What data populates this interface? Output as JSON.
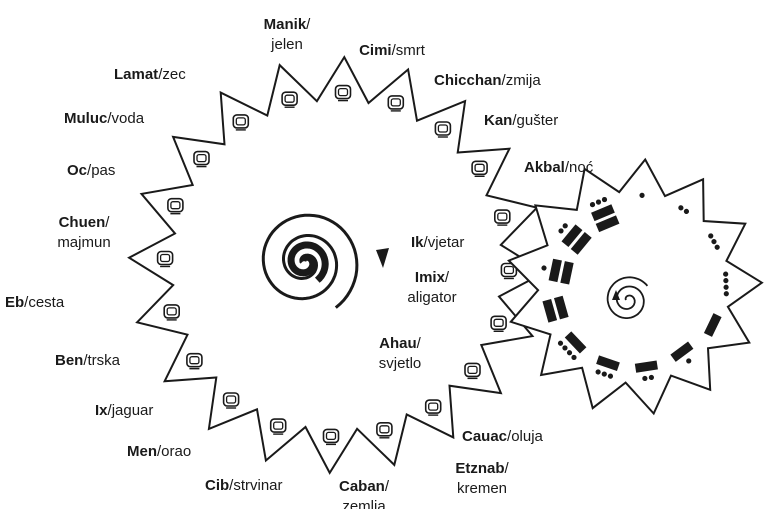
{
  "days": [
    {
      "name": "Manik",
      "sep": "/",
      "meaning": "jelen"
    },
    {
      "name": "Cimi",
      "sep": "/",
      "meaning": "smrt"
    },
    {
      "name": "Chicchan",
      "sep": "/",
      "meaning": "zmija"
    },
    {
      "name": "Kan",
      "sep": "/",
      "meaning": "gušter"
    },
    {
      "name": "Akbal",
      "sep": "/",
      "meaning": "noć"
    },
    {
      "name": "Ik",
      "sep": "/",
      "meaning": "vjetar"
    },
    {
      "name": "Imix",
      "sep": "/",
      "meaning": "aligator"
    },
    {
      "name": "Ahau",
      "sep": "/",
      "meaning": "svjetlo"
    },
    {
      "name": "Cauac",
      "sep": "/",
      "meaning": "oluja"
    },
    {
      "name": "Etznab",
      "sep": "/",
      "meaning": "kremen"
    },
    {
      "name": "Caban",
      "sep": "/",
      "meaning": "zemlja"
    },
    {
      "name": "Cib",
      "sep": "/",
      "meaning": "strvinar"
    },
    {
      "name": "Men",
      "sep": "/",
      "meaning": "orao"
    },
    {
      "name": "Ix",
      "sep": "/",
      "meaning": "jaguar"
    },
    {
      "name": "Ben",
      "sep": "/",
      "meaning": "trska"
    },
    {
      "name": "Eb",
      "sep": "/",
      "meaning": "cesta"
    },
    {
      "name": "Chuen",
      "sep": "/",
      "meaning": "majmun"
    },
    {
      "name": "Oc",
      "sep": "/",
      "meaning": "pas"
    },
    {
      "name": "Muluc",
      "sep": "/",
      "meaning": "voda"
    },
    {
      "name": "Lamat",
      "sep": "/",
      "meaning": "zec"
    }
  ],
  "numbers": [
    1,
    2,
    3,
    4,
    5,
    6,
    7,
    8,
    9,
    10,
    11,
    12,
    13
  ],
  "colors": {
    "ink": "#1a1a1a",
    "paper": "#ffffff"
  }
}
